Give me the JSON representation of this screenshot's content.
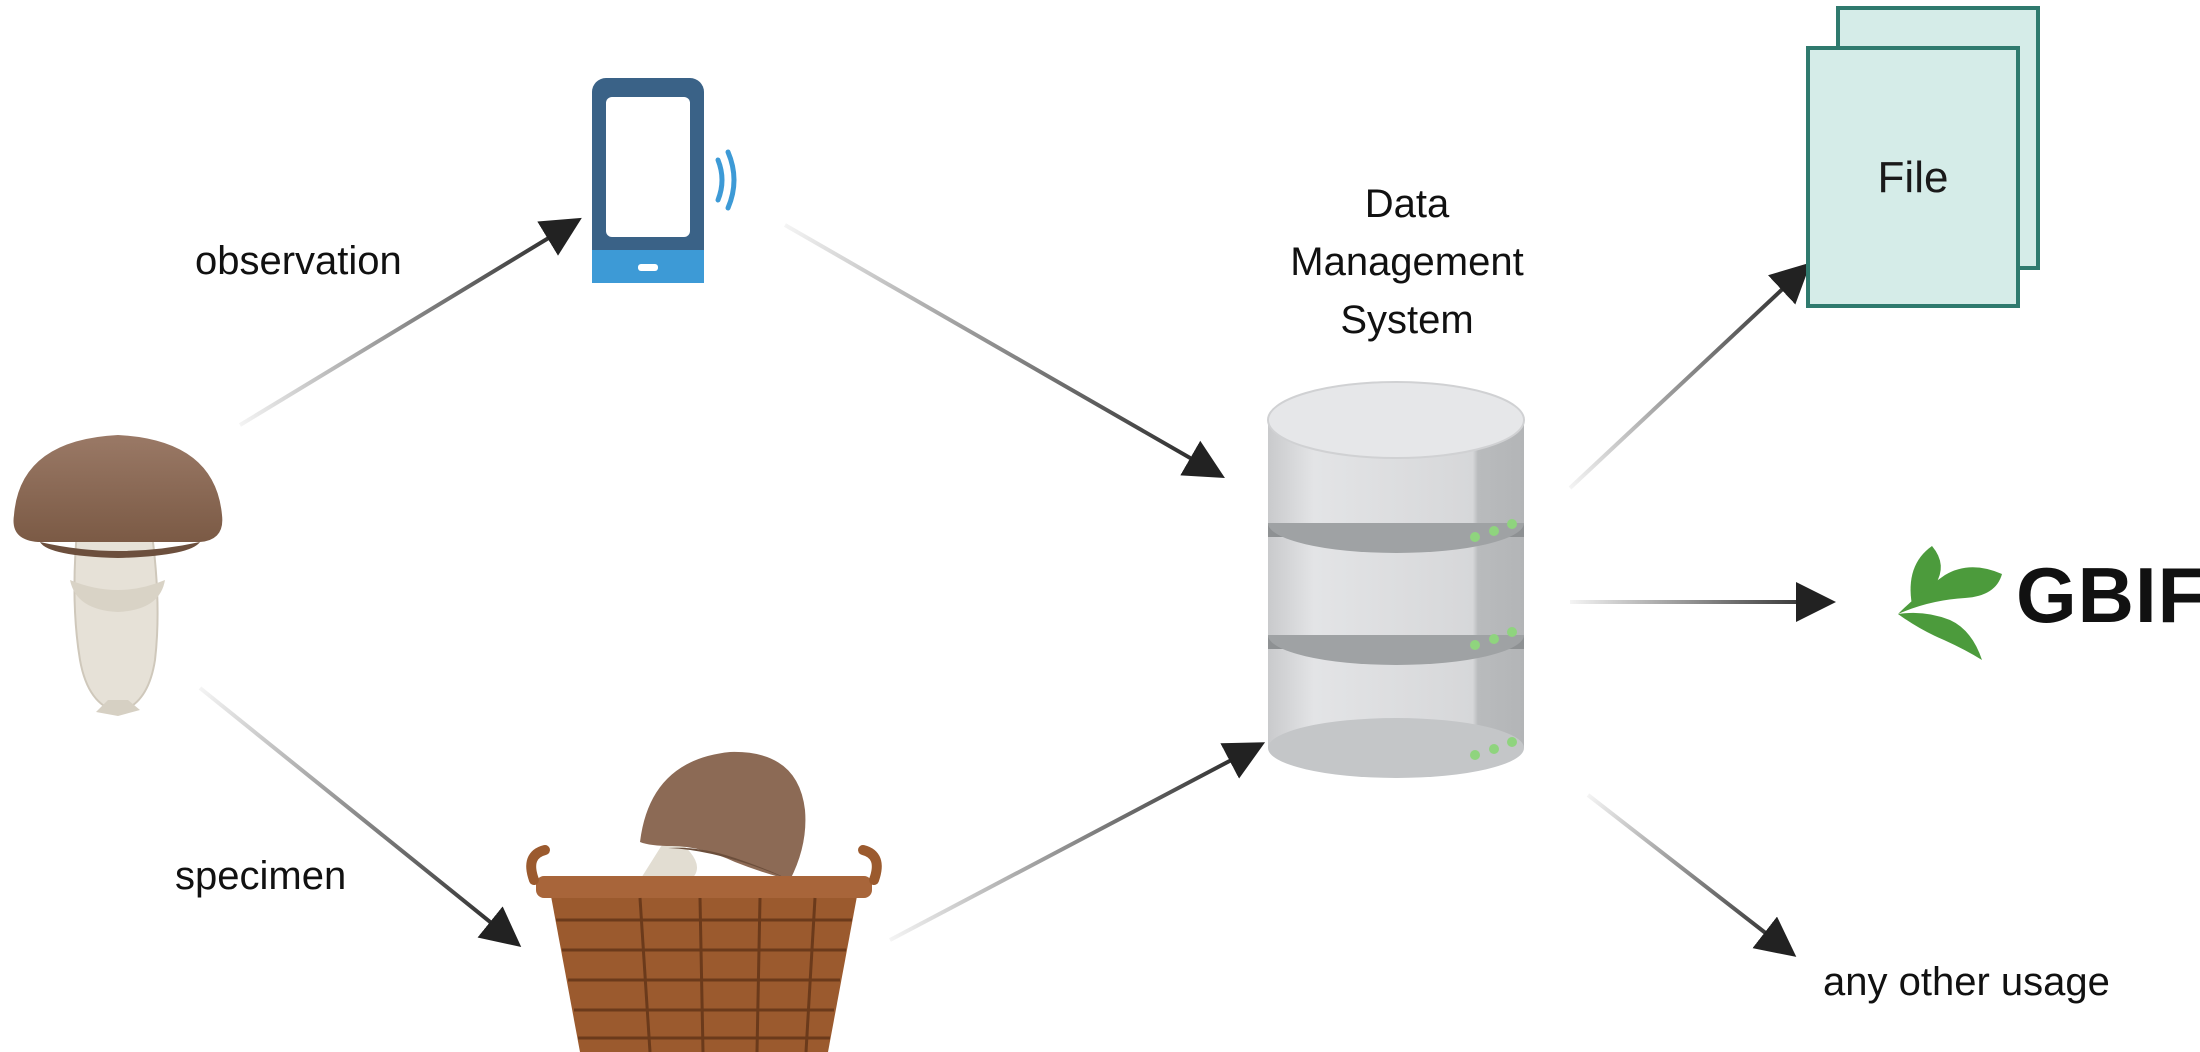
{
  "labels": {
    "observation": "observation",
    "specimen": "specimen",
    "dms_line1": "Data",
    "dms_line2": "Management",
    "dms_line3": "System",
    "file": "File",
    "gbif": "GBIF",
    "other_usage": "any other usage"
  },
  "icons": {
    "source": "mushroom-icon",
    "observation_device": "smartphone-icon",
    "specimen_container": "basket-with-mushroom-icon",
    "storage": "database-icon",
    "file_output": "file-stack-icon",
    "gbif_logo": "gbif-leaf-logo"
  },
  "colors": {
    "mushroom_cap": "#8c6a55",
    "mushroom_stem": "#e5e0d6",
    "phone_frame": "#3a6287",
    "phone_accent": "#3d9ad6",
    "database_body": "#d7d8da",
    "database_band": "#8e9193",
    "database_led": "#8fd47e",
    "file_fill": "#d5ece8",
    "file_stroke": "#2f7a6e",
    "gbif_green": "#4c9b3c",
    "basket": "#9b5a2e",
    "arrow": "#222222"
  }
}
